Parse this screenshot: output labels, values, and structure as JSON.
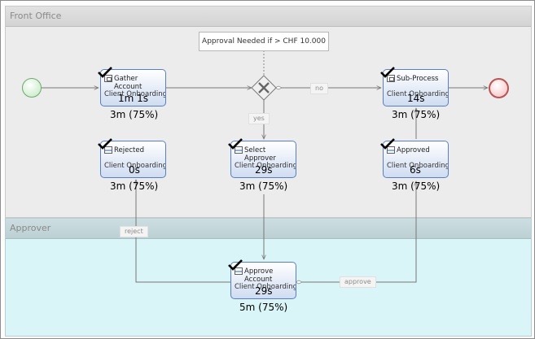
{
  "lanes": {
    "front_office": "Front Office",
    "approver": "Approver"
  },
  "annotation": "Approval Needed if > CHF 10.000",
  "edge_labels": {
    "no": "no",
    "yes": "yes",
    "reject": "reject",
    "approve": "approve"
  },
  "tasks": [
    {
      "name": "Gather Account",
      "role": "Client Onboarding – ...",
      "time": "1m 1s",
      "total": "3m (75%)",
      "icon": "subprocess-icon"
    },
    {
      "name": "Sub-Process",
      "role": "Client Onboarding – ...",
      "time": "14s",
      "total": "3m (75%)",
      "icon": "subprocess-icon"
    },
    {
      "name": "Rejected",
      "role": "Client Onboarding – ...",
      "time": "0s",
      "total": "3m (75%)",
      "icon": "user-task-icon"
    },
    {
      "name": "Select Approver",
      "role": "Client Onboarding – ...",
      "time": "29s",
      "total": "3m (75%)",
      "icon": "user-task-icon"
    },
    {
      "name": "Approved",
      "role": "Client Onboarding – ...",
      "time": "6s",
      "total": "3m (75%)",
      "icon": "user-task-icon"
    },
    {
      "name": "Approve Account",
      "role": "Client Onboarding – ...",
      "time": "29s",
      "total": "5m (75%)",
      "icon": "user-task-icon"
    }
  ],
  "colors": {
    "task_border": "#5a7fbf",
    "front_lane": "#ececec",
    "approver_lane": "#d9f5f8",
    "start_event": "#bfe8bf",
    "end_event": "#f4bcbc"
  }
}
